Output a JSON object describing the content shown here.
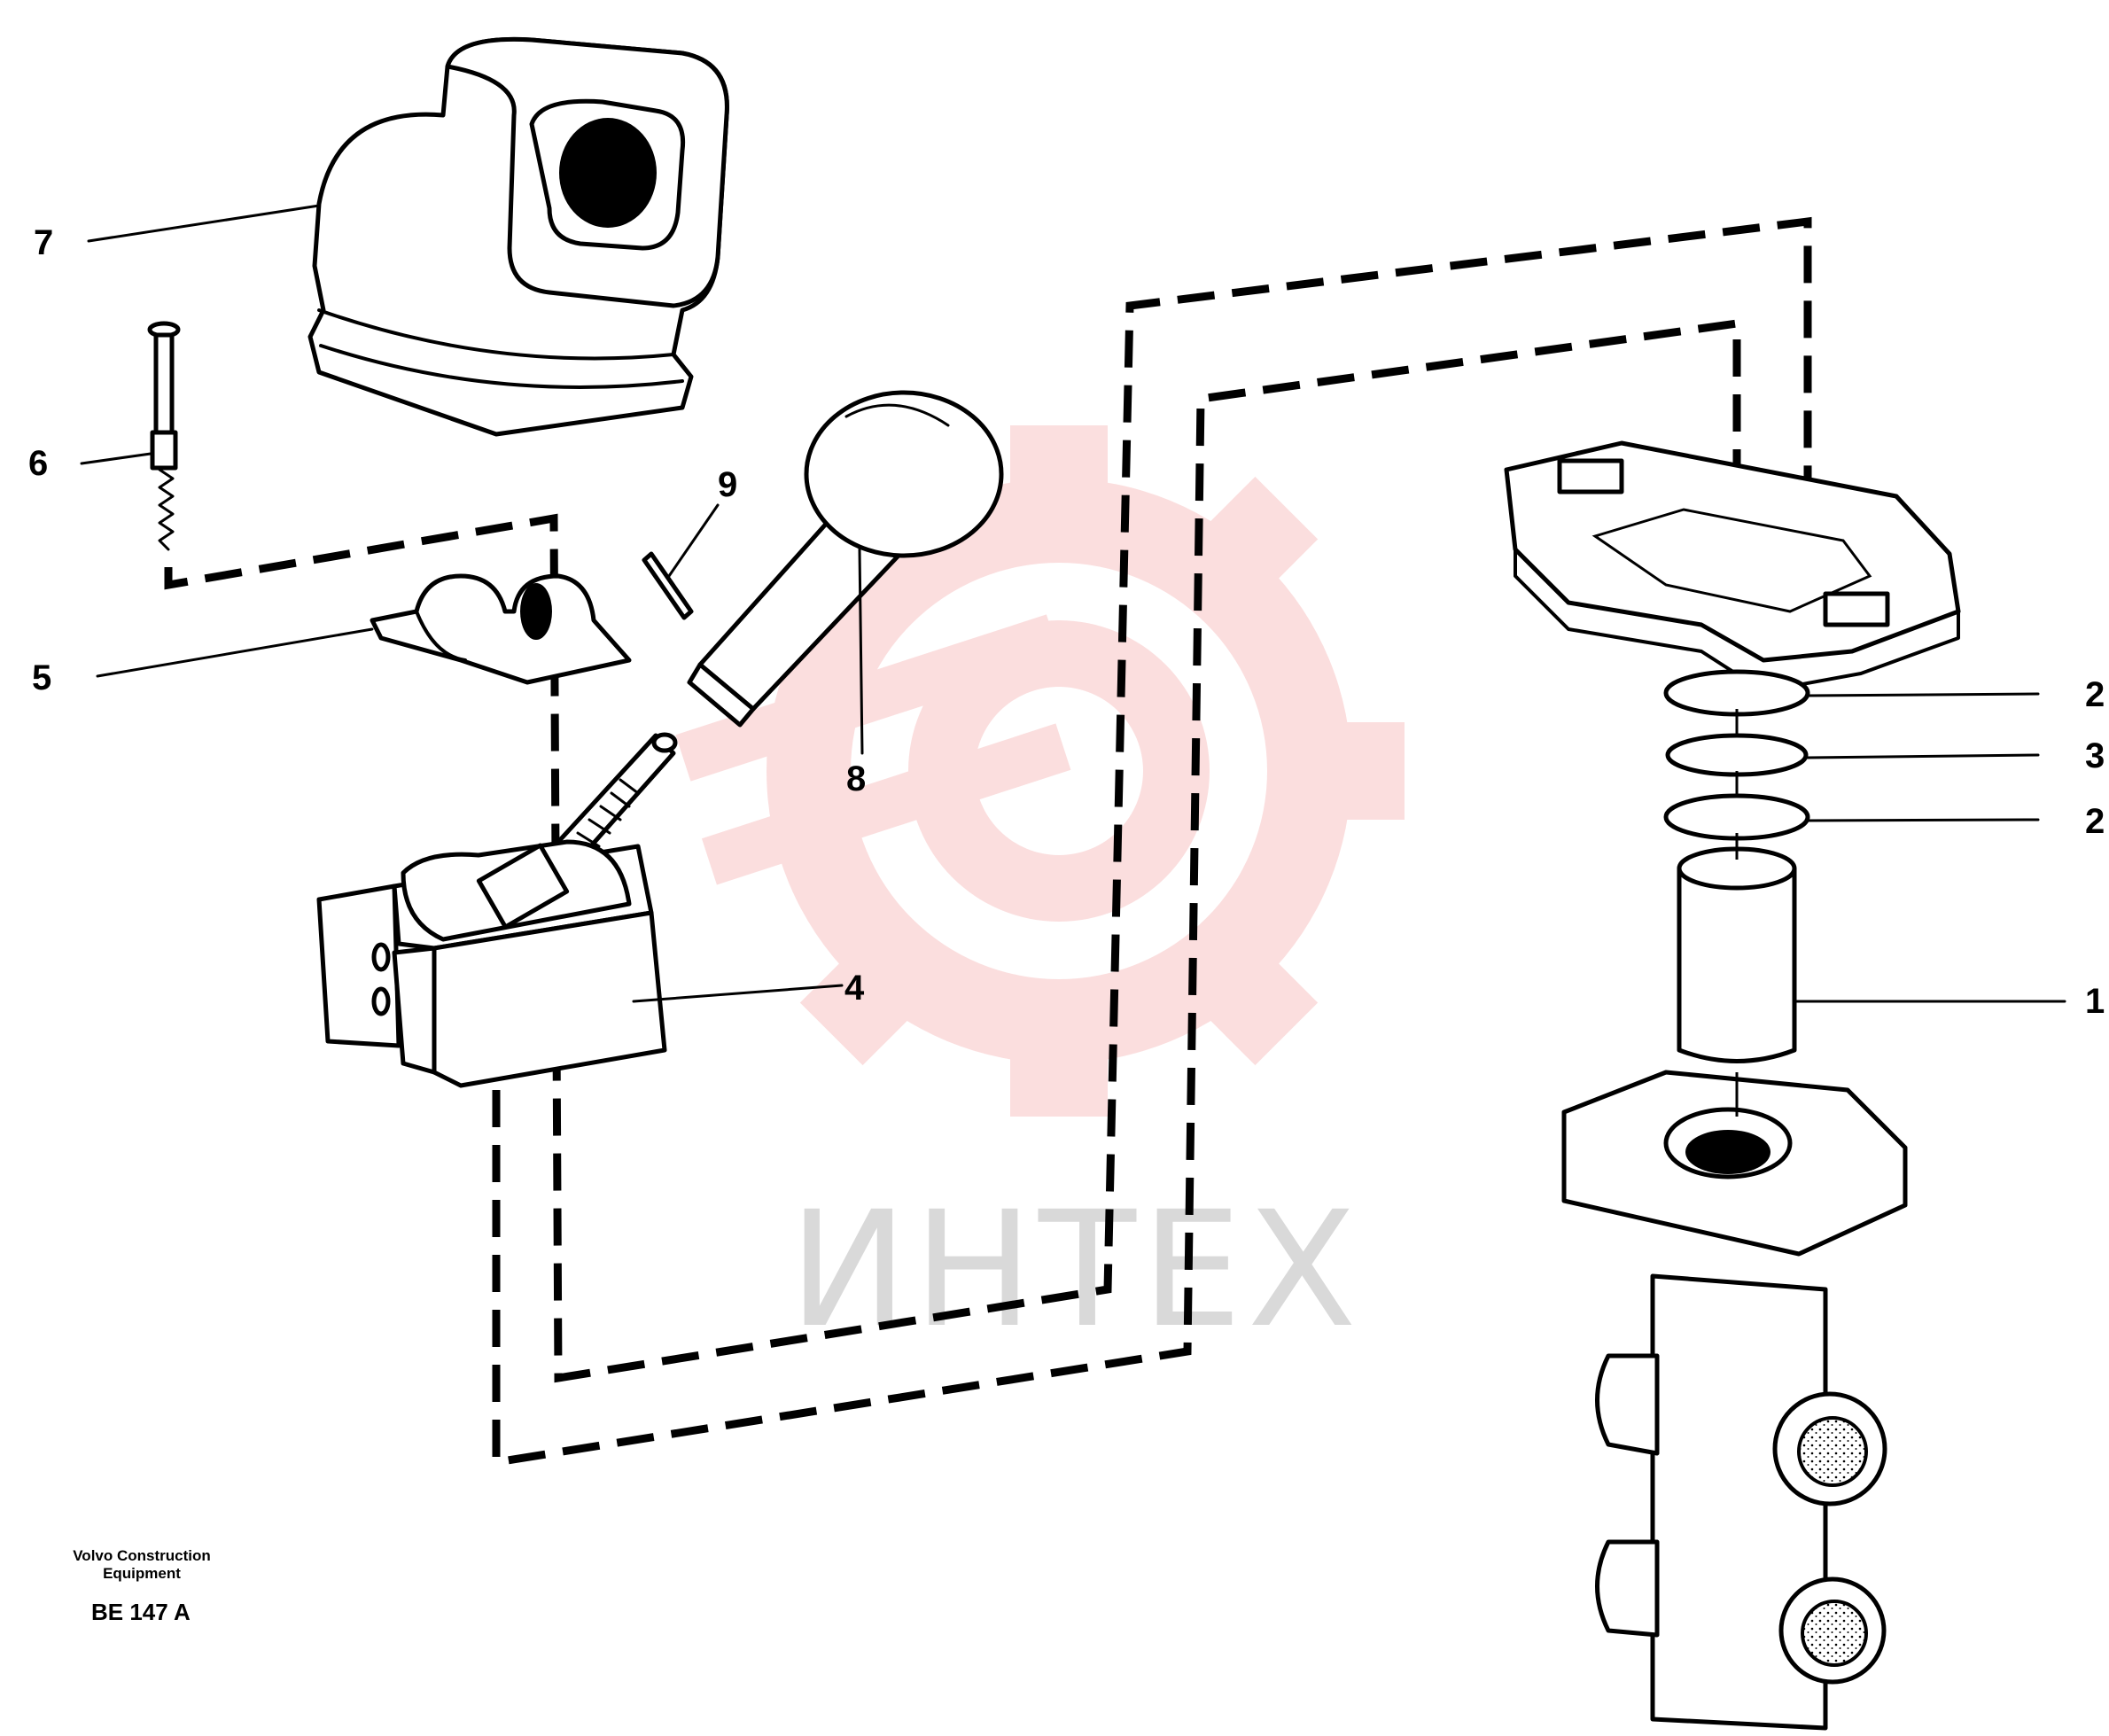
{
  "watermark": {
    "text": "ИНТЕХ",
    "color": "#f4a3a3"
  },
  "caption": {
    "line1": "Volvo Construction",
    "line2": "Equipment",
    "code": "BE 147 A"
  },
  "callouts": [
    {
      "id": "1",
      "label": "1"
    },
    {
      "id": "2a",
      "label": "2"
    },
    {
      "id": "2b",
      "label": "2"
    },
    {
      "id": "3",
      "label": "3"
    },
    {
      "id": "4",
      "label": "4"
    },
    {
      "id": "5",
      "label": "5"
    },
    {
      "id": "6",
      "label": "6"
    },
    {
      "id": "7",
      "label": "7"
    },
    {
      "id": "8",
      "label": "8"
    },
    {
      "id": "9",
      "label": "9"
    }
  ]
}
